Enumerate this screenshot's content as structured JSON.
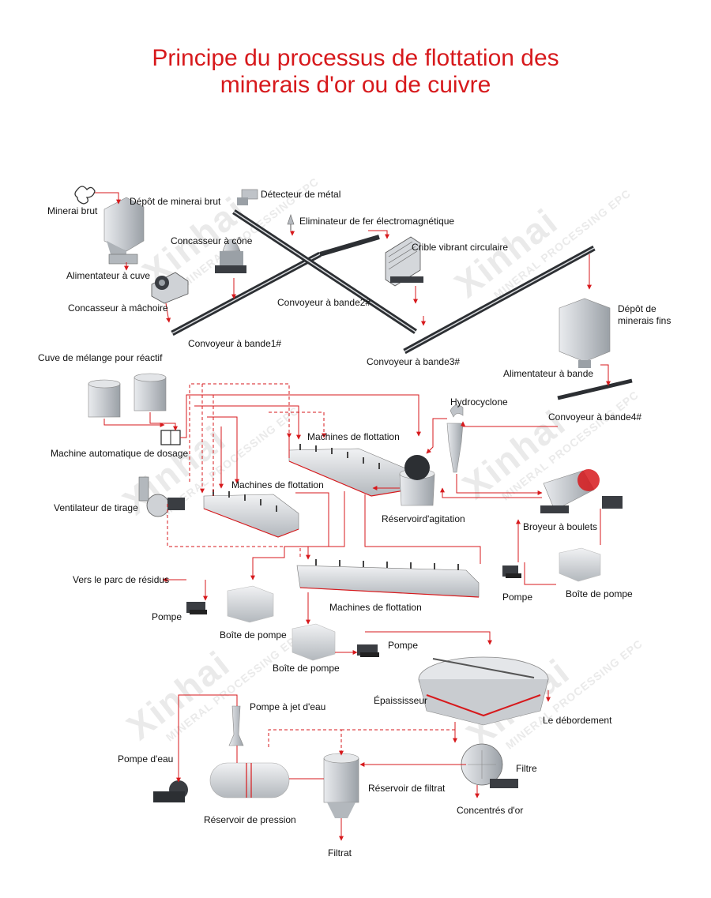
{
  "title": {
    "line1": "Principe du processus de flottation des",
    "line2": "minerais d'or ou de cuivre"
  },
  "watermark": {
    "brand": "Xinhai",
    "tagline": "MINERAL PROCESSING EPC"
  },
  "labels": {
    "minerai_brut": "Minerai brut",
    "depot_minerai_brut": "Dépôt de minerai brut",
    "detecteur_metal": "Détecteur de métal",
    "eliminateur_fer": "Eliminateur de fer électromagnétique",
    "concasseur_cone": "Concasseur à cône",
    "crible_vibrant": "Crible vibrant circulaire",
    "alimentateur_cuve": "Alimentateur à cuve",
    "concasseur_machoire": "Concasseur à mâchoire",
    "convoyeur_bande2": "Convoyeur à bande2#",
    "convoyeur_bande1": "Convoyeur à bande1#",
    "convoyeur_bande3": "Convoyeur à bande3#",
    "depot_minerais_fins_1": "Dépôt de",
    "depot_minerais_fins_2": "minerais fins",
    "alimentateur_bande": "Alimentateur à bande",
    "convoyeur_bande4": "Convoyeur à bande4#",
    "cuve_melange": "Cuve de mélange pour réactif",
    "machine_dosage": "Machine automatique de dosage",
    "hydrocyclone": "Hydrocyclone",
    "machines_flottation_1": "Machines de flottation",
    "machines_flottation_2": "Machines de flottation",
    "ventilateur_tirage": "Ventilateur de tirage",
    "reservoir_agitation": "Réservoird'agitation",
    "broyeur_boulets": "Broyeur à boulets",
    "vers_parc_residus": "Vers le parc de résidus",
    "machines_flottation_3": "Machines de flottation",
    "pompe_1": "Pompe",
    "boite_pompe_1": "Boîte de pompe",
    "pompe_2": "Pompe",
    "boite_pompe_2": "Boîte de pompe",
    "pompe_3": "Pompe",
    "boite_pompe_3": "Boîte de pompe",
    "epaississeur": "Épaississeur",
    "le_debordement": "Le débordement",
    "pompe_jet_eau": "Pompe à jet d'eau",
    "pompe_eau": "Pompe d'eau",
    "filtre": "Filtre",
    "reservoir_filtrat": "Réservoir de filtrat",
    "reservoir_pression": "Réservoir de pression",
    "concentres_or": "Concentrés d'or",
    "filtrat": "Filtrat"
  },
  "colors": {
    "title": "#d7191c",
    "flow_line": "#d7191c",
    "equipment": "#c9ccd0",
    "conveyor": "#3a3d42"
  }
}
